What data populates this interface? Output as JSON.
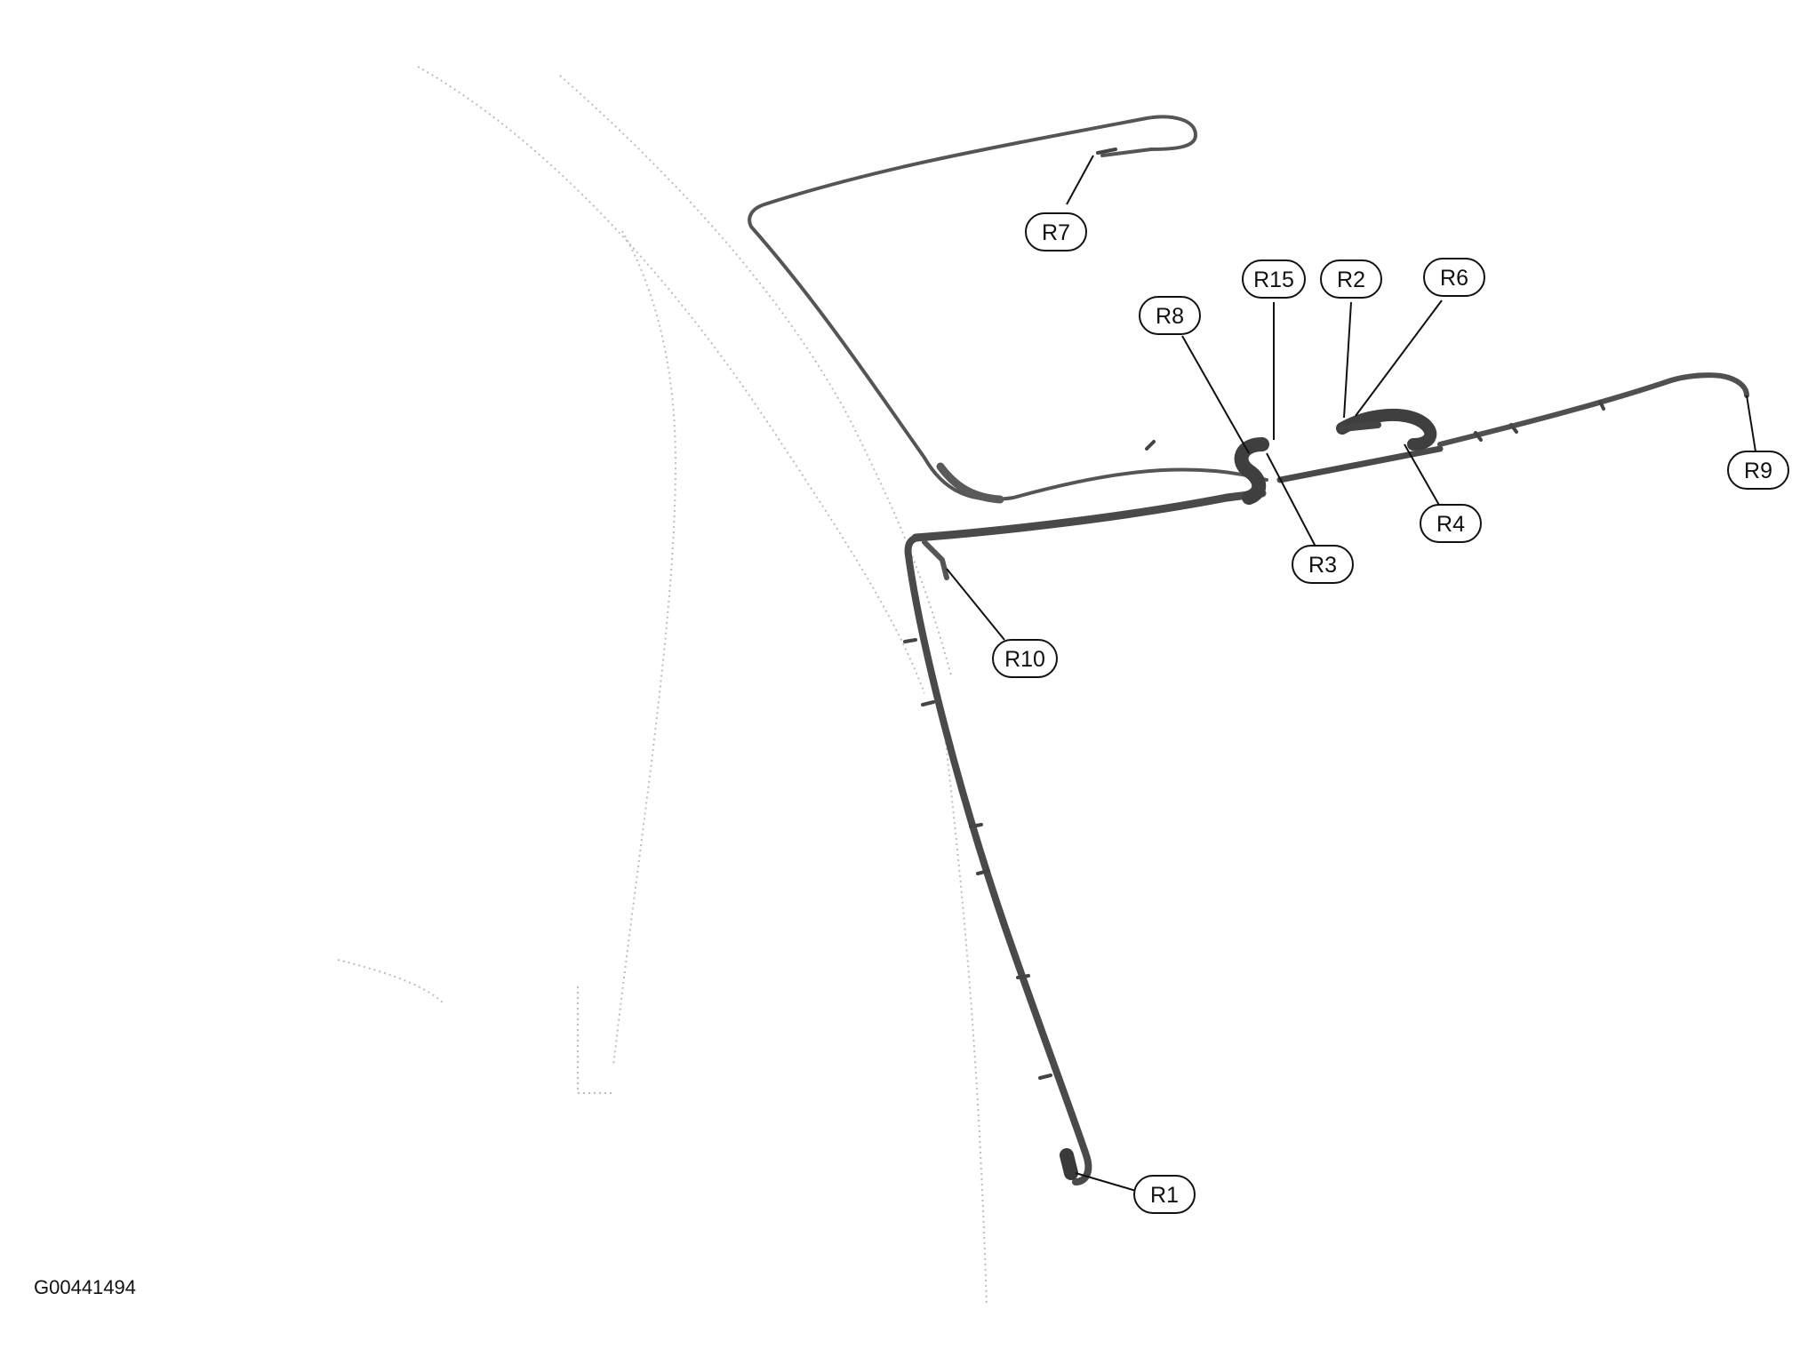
{
  "figure_id": "G00441494",
  "colors": {
    "harness": "#4a4a4a",
    "harness_light": "#7a7a7a",
    "body_outline": "#b8b8b8",
    "callout_stroke": "#111111"
  },
  "callouts": [
    {
      "key": "r7",
      "label": "R7"
    },
    {
      "key": "r15",
      "label": "R15"
    },
    {
      "key": "r2",
      "label": "R2"
    },
    {
      "key": "r6",
      "label": "R6"
    },
    {
      "key": "r8",
      "label": "R8"
    },
    {
      "key": "r9",
      "label": "R9"
    },
    {
      "key": "r4",
      "label": "R4"
    },
    {
      "key": "r3",
      "label": "R3"
    },
    {
      "key": "r10",
      "label": "R10"
    },
    {
      "key": "r1",
      "label": "R1"
    }
  ]
}
